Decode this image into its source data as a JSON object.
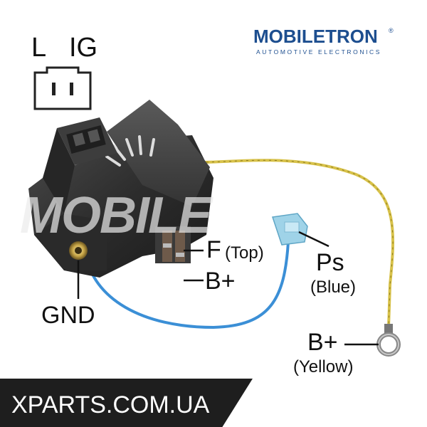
{
  "connector_labels": {
    "l": "L",
    "ig": "IG"
  },
  "brand": {
    "name": "MOBILETRON",
    "registered": "®",
    "tagline": "AUTOMOTIVE  ELECTRONICS",
    "color": "#1d4e8f"
  },
  "watermark": "MOBILE",
  "terminals": {
    "f": "F",
    "f_note": "(Top)",
    "b_plus": "B+",
    "gnd": "GND",
    "ps": "Ps",
    "ps_note": "(Blue)",
    "b_plus_wire": "B+",
    "b_plus_wire_note": "(Yellow)"
  },
  "wire_colors": {
    "blue": "#3b8fd6",
    "yellow": "#d8c24a"
  },
  "footer": {
    "text": "XPARTS.COM.UA",
    "background": "#1e1e1e"
  }
}
